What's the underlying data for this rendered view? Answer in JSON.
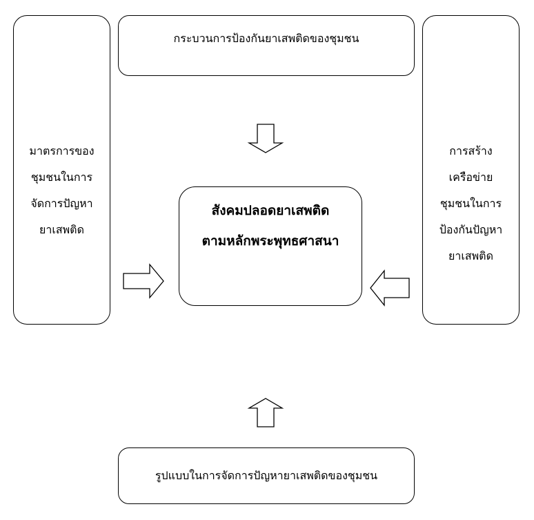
{
  "diagram": {
    "top_box": {
      "lines": [
        "กระบวนการป้องกันยาเสพติดของชุมชน"
      ]
    },
    "left_box": {
      "lines": [
        "มาตรการของ",
        "ชุมชนในการ",
        "จัดการปัญหา",
        "ยาเสพติด"
      ]
    },
    "right_box": {
      "lines": [
        "การสร้าง",
        "เครือข่าย",
        "ชุมชนในการ",
        "ป้องกันปัญหา",
        "ยาเสพติด"
      ]
    },
    "center_box": {
      "lines": [
        "สังคมปลอดยาเสพติด",
        "ตามหลักพระพุทธศาสนา"
      ]
    },
    "bottom_box": {
      "lines": [
        "รูปแบบในการจัดการปัญหายาเสพติดของชุมชน"
      ]
    }
  }
}
